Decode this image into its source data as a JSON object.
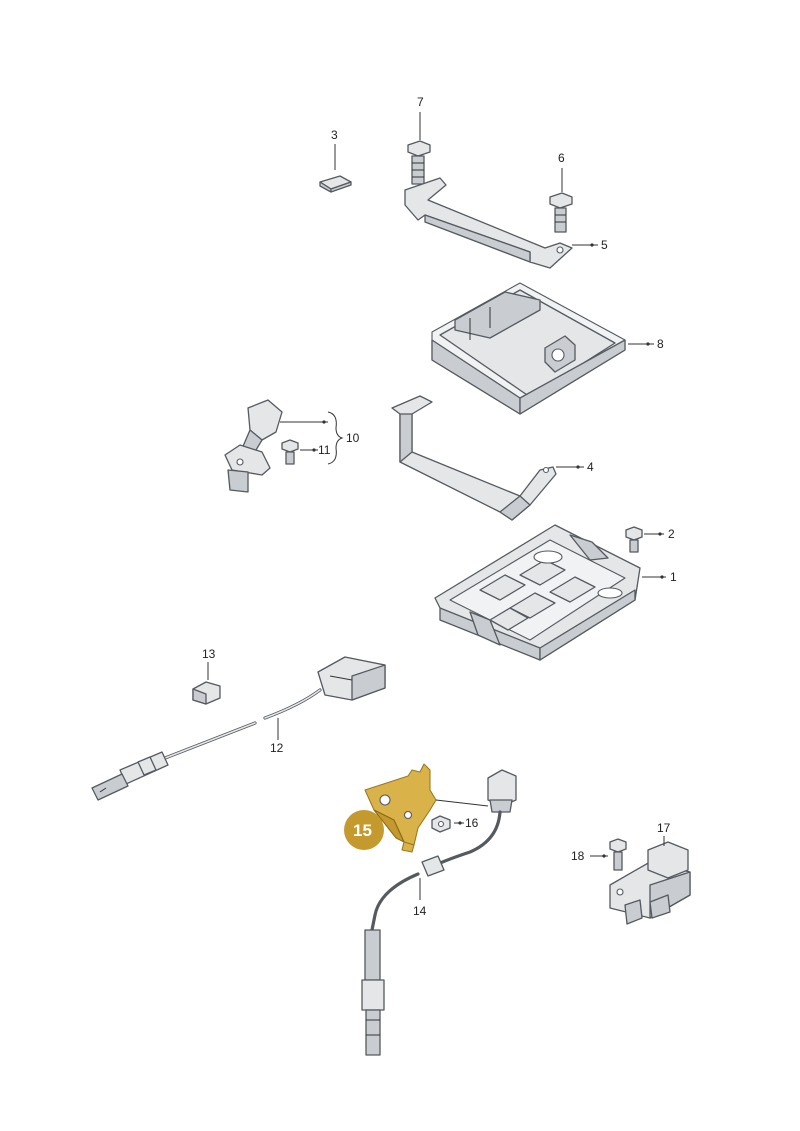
{
  "callouts": {
    "p1": "1",
    "p2": "2",
    "p3": "3",
    "p4": "4",
    "p5": "5",
    "p6": "6",
    "p7": "7",
    "p8": "8",
    "p10": "10",
    "p11": "11",
    "p12": "12",
    "p13": "13",
    "p14": "14",
    "p15": "15",
    "p16": "16",
    "p17": "17",
    "p18": "18"
  },
  "colors": {
    "highlight": "#c49a2e",
    "line": "#555a60",
    "part": "#e4e6e8"
  }
}
